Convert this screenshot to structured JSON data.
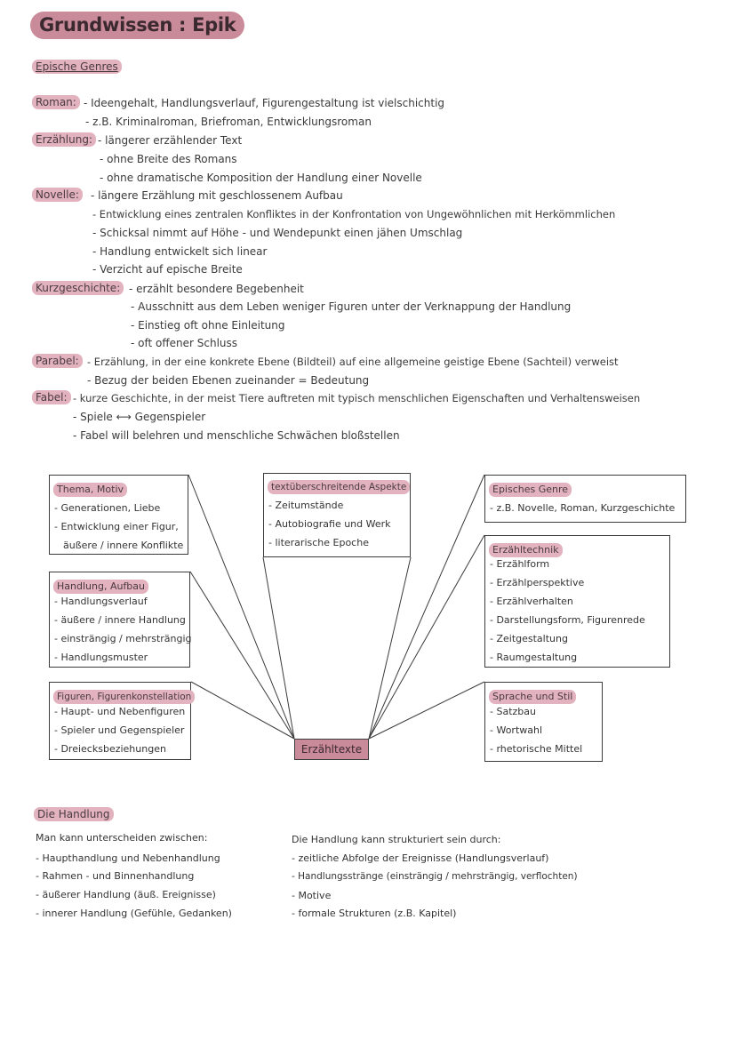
{
  "title": "Grundwissen : Epik",
  "genres": {
    "heading": "Epische Genres",
    "roman": {
      "label": "Roman:",
      "lines": [
        "- Ideengehalt, Handlungsverlauf, Figurengestaltung ist vielschichtig",
        "- z.B. Kriminalroman, Briefroman, Entwicklungsroman"
      ]
    },
    "erzaehlung": {
      "label": "Erzählung:",
      "lines": [
        "- längerer erzählender Text",
        "- ohne Breite des Romans",
        "- ohne dramatische Komposition der Handlung einer Novelle"
      ]
    },
    "novelle": {
      "label": "Novelle:",
      "lines": [
        "- längere Erzählung mit geschlossenem Aufbau",
        "- Entwicklung eines zentralen Konfliktes in der Konfrontation von Ungewöhnlichen mit Herkömmlichen",
        "- Schicksal nimmt auf Höhe - und Wendepunkt einen jähen Umschlag",
        "- Handlung entwickelt sich linear",
        "- Verzicht auf epische Breite"
      ]
    },
    "kurzgeschichte": {
      "label": "Kurzgeschichte:",
      "lines": [
        "- erzählt besondere Begebenheit",
        "- Ausschnitt aus dem Leben weniger Figuren unter der Verknappung der Handlung",
        "- Einstieg oft ohne Einleitung",
        "- oft offener Schluss"
      ]
    },
    "parabel": {
      "label": "Parabel:",
      "lines": [
        "- Erzählung, in der eine konkrete Ebene (Bildteil) auf eine allgemeine geistige Ebene (Sachteil) verweist",
        "- Bezug der beiden Ebenen zueinander = Bedeutung"
      ]
    },
    "fabel": {
      "label": "Fabel:",
      "lines": [
        "- kurze Geschichte, in der meist Tiere auftreten mit typisch menschlichen Eigenschaften und Verhaltensweisen",
        "- Spiele ⟷ Gegenspieler",
        "- Fabel will belehren und menschliche Schwächen bloßstellen"
      ]
    }
  },
  "diagram": {
    "center": "Erzähltexte",
    "boxes": {
      "thema": {
        "title": "Thema, Motiv",
        "items": [
          "- Generationen, Liebe",
          "- Entwicklung einer Figur,",
          "  äußere / innere Konflikte"
        ]
      },
      "handlung": {
        "title": "Handlung, Aufbau",
        "items": [
          "- Handlungsverlauf",
          "- äußere / innere Handlung",
          "- einsträngig / mehrsträngig",
          "- Handlungsmuster"
        ]
      },
      "figuren": {
        "title": "Figuren, Figurenkonstellation",
        "items": [
          "- Haupt- und Nebenfiguren",
          "- Spieler und Gegenspieler",
          "- Dreiecksbeziehungen"
        ]
      },
      "text": {
        "title": "textüberschreitende Aspekte",
        "items": [
          "- Zeitumstände",
          "- Autobiografie und Werk",
          "- literarische Epoche"
        ]
      },
      "genre": {
        "title": "Episches Genre",
        "items": [
          "- z.B. Novelle, Roman, Kurzgeschichte"
        ]
      },
      "technik": {
        "title": "Erzähltechnik",
        "items": [
          "- Erzählform",
          "- Erzählperspektive",
          "- Erzählverhalten",
          "- Darstellungsform, Figurenrede",
          "- Zeitgestaltung",
          "- Raumgestaltung"
        ]
      },
      "sprache": {
        "title": "Sprache und Stil",
        "items": [
          "- Satzbau",
          "- Wortwahl",
          "- rhetorische Mittel"
        ]
      }
    }
  },
  "handlung": {
    "heading": "Die Handlung",
    "left_intro": "Man kann unterscheiden zwischen:",
    "left_items": [
      "- Haupthandlung und Nebenhandlung",
      "- Rahmen - und Binnenhandlung",
      "- äußerer Handlung (äuß. Ereignisse)",
      "- innerer Handlung (Gefühle, Gedanken)"
    ],
    "right_intro": "Die Handlung kann strukturiert sein durch:",
    "right_items": [
      "- zeitliche Abfolge der Ereignisse (Handlungsverlauf)",
      "- Handlungsstränge (einsträngig / mehrsträngig, verflochten)",
      "- Motive",
      "- formale Strukturen (z.B. Kapitel)"
    ]
  },
  "colors": {
    "accent": "#c98a9a",
    "highlight": "#e2b3bf"
  }
}
